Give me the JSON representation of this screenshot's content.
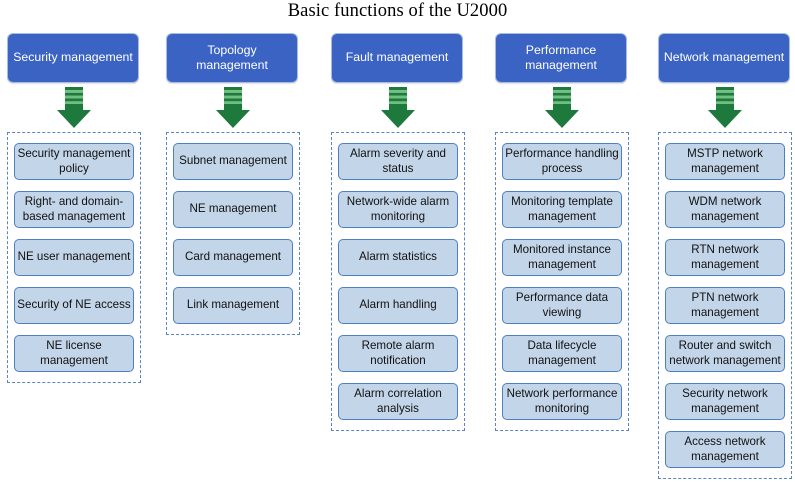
{
  "title": "Basic functions of the U2000",
  "colors": {
    "header_fill": "#3b63c4",
    "header_text": "#ffffff",
    "item_fill": "#c3d5e8",
    "item_border": "#4f7fbf",
    "dashed_border": "#5b84c4",
    "arrow_dark": "#1d7a3c",
    "arrow_light": "#6ec07f",
    "background": "#ffffff",
    "title_text": "#000000"
  },
  "arrow_icon": "down-block-arrow-icon",
  "columns": [
    {
      "id": "security-management",
      "header": "Security management",
      "arrow": "down-block-arrow-icon",
      "items": [
        "Security management policy",
        "Right- and domain-based management",
        "NE user management",
        "Security of NE access",
        "NE license management"
      ]
    },
    {
      "id": "topology-management",
      "header": "Topology management",
      "arrow": "down-block-arrow-icon",
      "items": [
        "Subnet management",
        "NE management",
        "Card management",
        "Link management"
      ]
    },
    {
      "id": "fault-management",
      "header": "Fault management",
      "arrow": "down-block-arrow-icon",
      "items": [
        "Alarm severity and status",
        "Network-wide alarm monitoring",
        "Alarm statistics",
        "Alarm handling",
        "Remote alarm notification",
        "Alarm correlation analysis"
      ]
    },
    {
      "id": "performance-management",
      "header": "Performance management",
      "arrow": "down-block-arrow-icon",
      "items": [
        "Performance handling process",
        "Monitoring template management",
        "Monitored instance management",
        "Performance data viewing",
        "Data lifecycle management",
        "Network performance monitoring"
      ]
    },
    {
      "id": "network-management",
      "header": "Network management",
      "arrow": "down-block-arrow-icon",
      "items": [
        "MSTP network management",
        "WDM network management",
        "RTN network management",
        "PTN network management",
        "Router and switch network management",
        "Security network management",
        "Access network management"
      ]
    }
  ]
}
